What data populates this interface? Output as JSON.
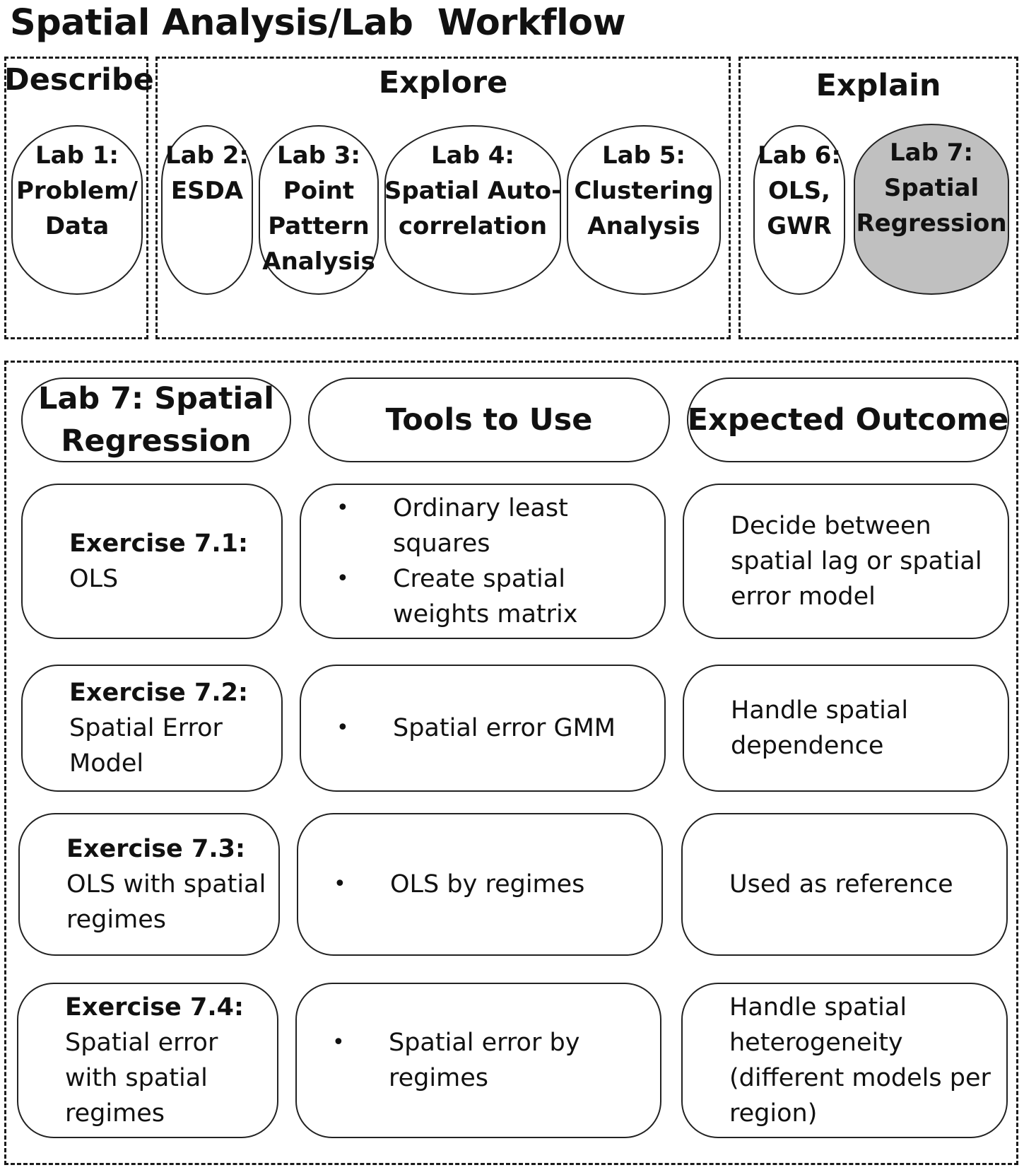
{
  "title": "Spatial Analysis/Lab  Workflow",
  "groups": {
    "describe": "Describe",
    "explore": "Explore",
    "explain": "Explain"
  },
  "labs": [
    {
      "lines": [
        "Lab 1:",
        "Problem/",
        "Data"
      ],
      "selected": false
    },
    {
      "lines": [
        "Lab 2:",
        "ESDA"
      ],
      "selected": false
    },
    {
      "lines": [
        "Lab 3:",
        "Point",
        "Pattern",
        "Analysis"
      ],
      "selected": false
    },
    {
      "lines": [
        "Lab 4:",
        "Spatial Auto-",
        "correlation"
      ],
      "selected": false
    },
    {
      "lines": [
        "Lab 5:",
        "Clustering",
        "Analysis"
      ],
      "selected": false
    },
    {
      "lines": [
        "Lab 6:",
        "OLS,",
        "GWR"
      ],
      "selected": false
    },
    {
      "lines": [
        "Lab 7:",
        "Spatial",
        "Regression"
      ],
      "selected": true
    }
  ],
  "table": {
    "headers": [
      [
        "Lab 7: Spatial",
        "Regression"
      ],
      [
        "Tools to Use"
      ],
      [
        "Expected Outcome"
      ]
    ],
    "rows": [
      {
        "exercise": [
          "Exercise 7.1:",
          "OLS"
        ],
        "tools": [
          [
            "Ordinary least",
            "squares"
          ],
          [
            "Create spatial",
            "weights matrix"
          ]
        ],
        "outcome": [
          "Decide between",
          "spatial lag or spatial",
          "error model"
        ]
      },
      {
        "exercise": [
          "Exercise 7.2:",
          "Spatial Error",
          "Model"
        ],
        "tools": [
          [
            "Spatial error GMM"
          ]
        ],
        "outcome": [
          "Handle spatial",
          "dependence"
        ]
      },
      {
        "exercise": [
          "Exercise 7.3:",
          "OLS with spatial",
          "regimes"
        ],
        "tools": [
          [
            "OLS by regimes"
          ]
        ],
        "outcome": [
          "Used as reference"
        ]
      },
      {
        "exercise": [
          "Exercise 7.4:",
          "Spatial error",
          "with spatial",
          "regimes"
        ],
        "tools": [
          [
            "Spatial error by",
            "regimes"
          ]
        ],
        "outcome": [
          "Handle spatial",
          "heterogeneity",
          "(different models per",
          "region)"
        ]
      }
    ]
  },
  "bullet_symbol": "•"
}
